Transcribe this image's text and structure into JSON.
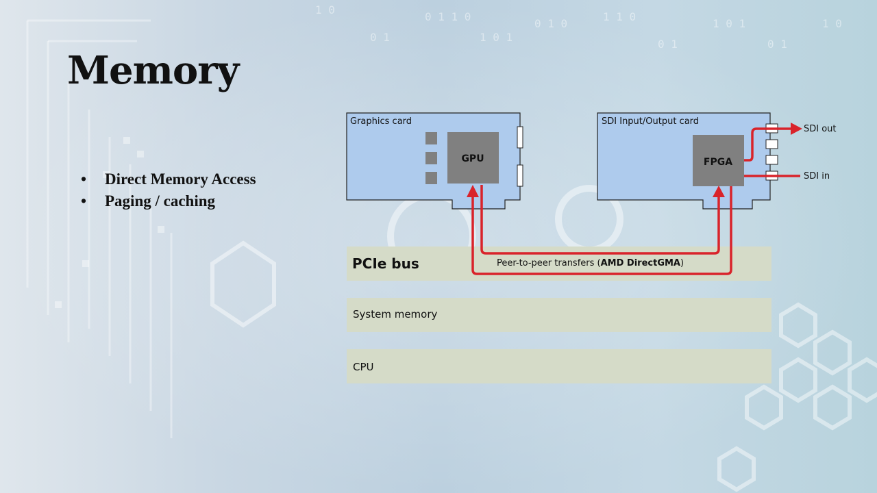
{
  "slide": {
    "title": "Memory",
    "bullets": [
      "Direct Memory Access",
      "Paging / caching"
    ]
  },
  "diagram": {
    "graphics_card": {
      "label": "Graphics card",
      "chip": "GPU"
    },
    "sdi_card": {
      "label": "SDI Input/Output card",
      "chip": "FPGA"
    },
    "sdi_out": "SDI out",
    "sdi_in": "SDI in",
    "pcie_bus": "PCIe bus",
    "p2p": {
      "prefix": "Peer-to-peer transfers (",
      "bold": "AMD DirectGMA",
      "suffix": ")"
    },
    "system_memory": "System memory",
    "cpu": "CPU",
    "colors": {
      "card_fill": "#aecbed",
      "chip_fill": "#808080",
      "bus_fill": "#d5dbc8",
      "arrow": "#d9232a"
    }
  }
}
